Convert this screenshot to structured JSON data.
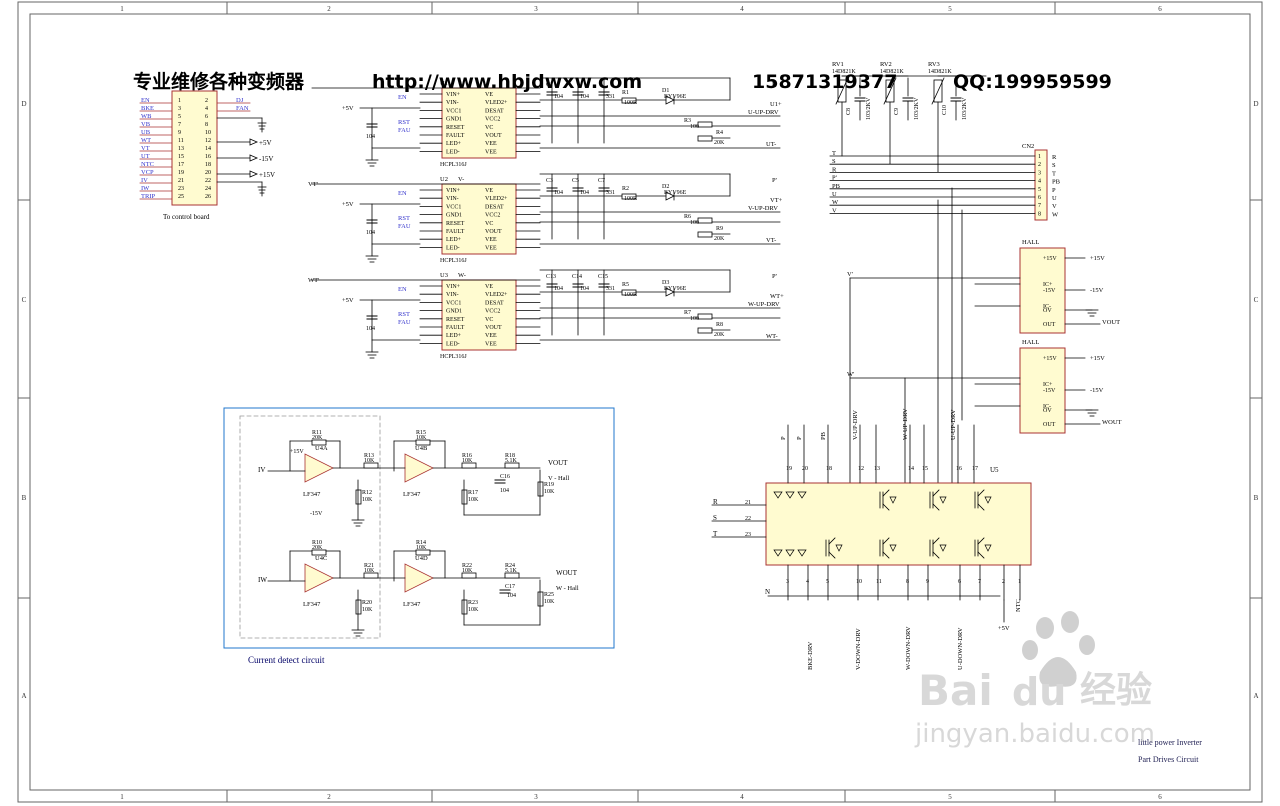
{
  "header": {
    "banner_cn": "专业维修各种变频器",
    "banner_url": "http://www.hbjdwxw.com",
    "banner_phone": "15871319377",
    "banner_qq": "QQ:199959599"
  },
  "frame": {
    "cols": [
      "1",
      "2",
      "3",
      "4",
      "5",
      "6"
    ],
    "rows": [
      "D",
      "C",
      "B",
      "A"
    ]
  },
  "connector": {
    "title": "To control board",
    "left_labels": [
      "EN",
      "BKE",
      "WB",
      "VB",
      "UB",
      "WT",
      "VT",
      "UT",
      "NTC",
      "VCP",
      "IV",
      "IW",
      "TRIP"
    ],
    "right_labels": [
      "DJ",
      "FAN",
      "",
      "",
      "",
      "",
      "",
      "",
      "",
      "",
      "",
      "",
      ""
    ],
    "pin_left": [
      "1",
      "3",
      "5",
      "7",
      "9",
      "11",
      "13",
      "15",
      "17",
      "19",
      "21",
      "23",
      "25"
    ],
    "pin_right": [
      "2",
      "4",
      "6",
      "8",
      "10",
      "12",
      "14",
      "16",
      "18",
      "20",
      "22",
      "24",
      "26"
    ],
    "pwr": [
      "+5V",
      "-15V",
      "+15V"
    ]
  },
  "optos": [
    {
      "ref": "U1",
      "name": "HCPL316J",
      "out_pos": "U-UP-DRV",
      "p": "P'",
      "out_hi": "U1+",
      "out_lo": "UT-",
      "diode": "BYV96E",
      "diode_ref": "D1",
      "r_gate": "R1",
      "r_gate_v": "100R",
      "r_a": "R3",
      "r_a_v": "100",
      "r_b": "R4",
      "r_b_v": "20K",
      "caps": [
        "104",
        "104",
        "331"
      ],
      "cap_refs": [
        "C1",
        "",
        ""
      ],
      "in": ""
    },
    {
      "ref": "U2",
      "name": "HCPL316J",
      "out_pos": "V-UP-DRV",
      "p": "P'",
      "out_hi": "VT+",
      "out_lo": "VT-",
      "diode": "BYV96E",
      "diode_ref": "D2",
      "r_gate": "R2",
      "r_gate_v": "100R",
      "r_a": "R6",
      "r_a_v": "100",
      "r_b": "R9",
      "r_b_v": "20K",
      "caps": [
        "104",
        "104",
        "331"
      ],
      "cap_refs": [
        "C3",
        "C5",
        "C7"
      ],
      "in": "VT'",
      "sig": "V-"
    },
    {
      "ref": "U3",
      "name": "HCPL316J",
      "out_pos": "W-UP-DRV",
      "p": "P'",
      "out_hi": "WT+",
      "out_lo": "WT-",
      "diode": "BYV96E",
      "diode_ref": "D3",
      "r_gate": "R5",
      "r_gate_v": "100R",
      "r_a": "R7",
      "r_a_v": "100",
      "r_b": "R8",
      "r_b_v": "20K",
      "caps": [
        "104",
        "104",
        "331"
      ],
      "cap_refs": [
        "C13",
        "C14",
        "C15"
      ],
      "in": "WT'",
      "sig": "W-"
    }
  ],
  "opto_pins_left": [
    "VIN+",
    "VIN-",
    "VCC1",
    "GND1",
    "RESET",
    "FAULT",
    "LED+",
    "LED-"
  ],
  "opto_pins_right": [
    "VE",
    "VLED2+",
    "DESAT",
    "VCC2",
    "VC",
    "VOUT",
    "VEE",
    "VEE"
  ],
  "opto_ctrl": {
    "en": "EN",
    "rst": "RST",
    "fau": "FAU",
    "v5": "+5V",
    "cap": "104"
  },
  "varistors": [
    {
      "ref": "RV1",
      "val": "14D821K",
      "cap": "C8",
      "capv": "103/2KV"
    },
    {
      "ref": "RV2",
      "val": "14D821K",
      "cap": "C9",
      "capv": "103/2KV"
    },
    {
      "ref": "RV3",
      "val": "14D821K",
      "cap": "C10",
      "capv": "103/2KV"
    }
  ],
  "cn2": {
    "ref": "CN2",
    "labels": [
      "R",
      "S",
      "T",
      "PB",
      "P",
      "U",
      "V",
      "W"
    ],
    "nets": [
      "T",
      "S",
      "R",
      "P'",
      "PB",
      "U",
      "W",
      "V"
    ]
  },
  "hall": [
    {
      "title": "HALL",
      "pins": [
        "+15V",
        "IC+",
        "-15V",
        "IC-",
        "OV",
        "OUT"
      ],
      "v_pos": "+15V",
      "v_neg": "-15V",
      "out": "VOUT",
      "sig": "V'"
    },
    {
      "title": "HALL",
      "pins": [
        "+15V",
        "IC+",
        "-15V",
        "IC-",
        "OV",
        "OUT"
      ],
      "v_pos": "+15V",
      "v_neg": "-15V",
      "out": "WOUT",
      "sig": "W'"
    }
  ],
  "current_detect": {
    "title": "Current detect circuit",
    "in_top": "IV",
    "in_bot": "IW",
    "out_top": "VOUT",
    "out_bot": "WOUT",
    "hall_top": "V - Hall",
    "hall_bot": "W - Hall",
    "opamp": "LF347",
    "refs": [
      "U4A",
      "U4B",
      "U4C",
      "U4D"
    ],
    "res": [
      [
        "R11",
        "20K"
      ],
      [
        "R13",
        "10K"
      ],
      [
        "R12",
        "10K"
      ],
      [
        "R15",
        "10K"
      ],
      [
        "R16",
        "10K"
      ],
      [
        "R18",
        "5.1K"
      ],
      [
        "R17",
        "10K"
      ],
      [
        "R19",
        "10K"
      ],
      [
        "R10",
        "20K"
      ],
      [
        "R21",
        "10K"
      ],
      [
        "R20",
        "10K"
      ],
      [
        "R14",
        "10K"
      ],
      [
        "R22",
        "10K"
      ],
      [
        "R24",
        "5.1K"
      ],
      [
        "R23",
        "10K"
      ],
      [
        "R25",
        "10K"
      ]
    ],
    "caps": [
      [
        "C16",
        "104"
      ],
      [
        "C17",
        "104"
      ]
    ],
    "v_pos": "+15V",
    "v_neg": "-15V"
  },
  "module": {
    "ref": "U5",
    "top_pins": [
      "19",
      "20",
      "18",
      "12",
      "13",
      "14",
      "15",
      "16",
      "17"
    ],
    "top_nets": [
      "P",
      "P",
      "PB",
      "V-UP-DRV",
      "",
      "W-UP-DRV",
      "",
      "U-UP-DRV",
      ""
    ],
    "left_pins": [
      "21",
      "22",
      "23"
    ],
    "left_nets": [
      "R",
      "S",
      "T"
    ],
    "bot_pins": [
      "3",
      "4",
      "5",
      "10",
      "11",
      "8",
      "9",
      "6",
      "7",
      "2",
      "1"
    ],
    "bot_nets": [
      "BKE-DRV",
      "V-DOWN-DRV",
      "W-DOWN-DRV",
      "U-DOWN-DRV",
      "NTC"
    ],
    "n_net": "N",
    "v5": "+5V"
  },
  "footer": {
    "line1": "little power Inverter",
    "line2": "Part Drives Circuit"
  },
  "watermark": {
    "brand": "Bai",
    "brand2": "du",
    "cn": "经验",
    "url": "jingyan.baidu.com"
  }
}
